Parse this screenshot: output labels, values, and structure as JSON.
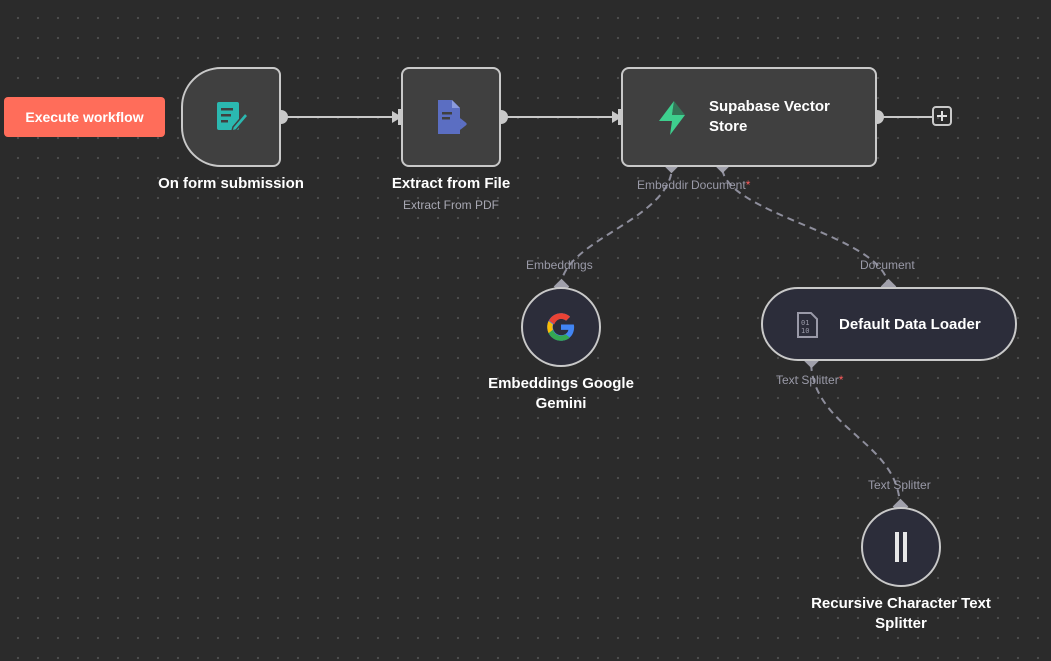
{
  "toolbar": {
    "execute_label": "Execute workflow"
  },
  "nodes": {
    "form_trigger": {
      "label": "On form submission",
      "icon": "form-edit-icon"
    },
    "extract_file": {
      "label": "Extract from File",
      "subtitle": "Extract From PDF",
      "icon": "file-export-icon"
    },
    "vector_store": {
      "label": "Supabase Vector Store",
      "icon": "supabase-icon"
    },
    "embeddings": {
      "label": "Embeddings Google Gemini",
      "icon": "google-icon"
    },
    "data_loader": {
      "label": "Default Data Loader",
      "icon": "binary-file-icon"
    },
    "text_splitter": {
      "label": "Recursive Character Text Splitter",
      "icon": "splitter-icon"
    }
  },
  "ports": {
    "vector_embedding": "Embeddir",
    "vector_document": "Document",
    "vector_document_required": "*",
    "embeddings_out": "Embeddings",
    "loader_document_out": "Document",
    "loader_text_splitter": "Text Splitter",
    "loader_text_splitter_required": "*",
    "splitter_out": "Text Splitter"
  },
  "colors": {
    "accent": "#ff6d5a",
    "supabase_green": "#3ecf8e",
    "form_teal": "#2bb8b0",
    "file_blue": "#5b6ec2"
  }
}
